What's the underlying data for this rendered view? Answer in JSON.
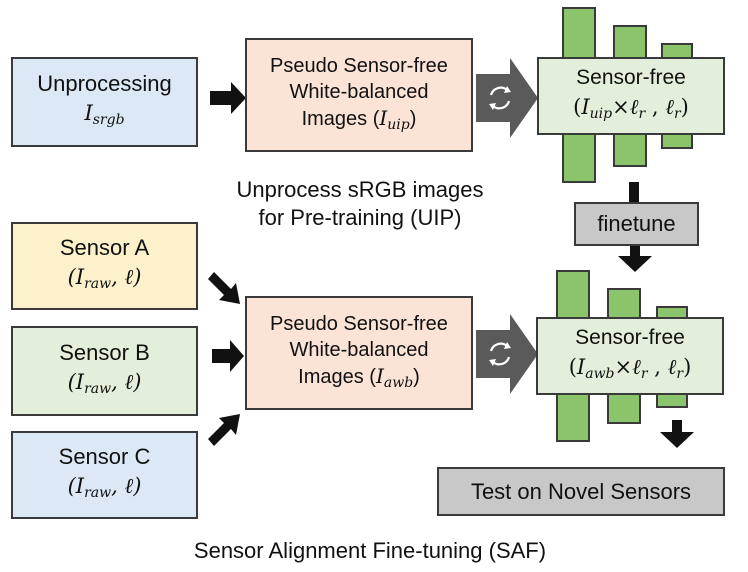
{
  "top": {
    "unprocessing": {
      "label": "Unprocessing",
      "symbol": "I",
      "sub": "srgb"
    },
    "pseudo": {
      "line1": "Pseudo Sensor-free",
      "line2": "White-balanced",
      "line3": "Images (",
      "symbol": "I",
      "sub": "uip",
      "close": ")"
    },
    "sensor_free": {
      "label": "Sensor-free",
      "formula_open": "(",
      "symbol": "I",
      "sub": "uip",
      "times": "×",
      "ell": "ℓ",
      "ell_sub": "r",
      "sep": " , ",
      "ell2": "ℓ",
      "ell2_sub": "r",
      "formula_close": ")"
    },
    "caption_line1": "Unprocess sRGB images",
    "caption_line2": "for Pre-training (UIP)"
  },
  "finetune": "finetune",
  "bottom": {
    "sensor_a": {
      "label": "Sensor A",
      "formula": "(I",
      "sub": "raw",
      "rest": ", ℓ)"
    },
    "sensor_b": {
      "label": "Sensor B",
      "formula": "(I",
      "sub": "raw",
      "rest": ", ℓ)"
    },
    "sensor_c": {
      "label": "Sensor C",
      "formula": "(I",
      "sub": "raw",
      "rest": ", ℓ)"
    },
    "pseudo": {
      "line1": "Pseudo Sensor-free",
      "line2": "White-balanced",
      "line3": "Images (",
      "symbol": "I",
      "sub": "awb",
      "close": ")"
    },
    "sensor_free": {
      "label": "Sensor-free",
      "formula_open": "(",
      "symbol": "I",
      "sub": "awb",
      "times": "×",
      "ell": "ℓ",
      "ell_sub": "r",
      "sep": " , ",
      "ell2": "ℓ",
      "ell2_sub": "r",
      "formula_close": ")"
    },
    "test": "Test on Novel Sensors",
    "caption": "Sensor Alignment Fine-tuning (SAF)"
  },
  "colors": {
    "blue": "#dde8f6",
    "yellow": "#fdf1cc",
    "green": "#e3efdb",
    "peach": "#fbe3d6",
    "gray": "#c8c8c8",
    "bar_green": "#8cc46c",
    "arrow_gray": "#5a5a5a"
  },
  "icons": [
    "refresh-cycle-icon",
    "arrow-right-icon",
    "arrow-down-icon"
  ]
}
